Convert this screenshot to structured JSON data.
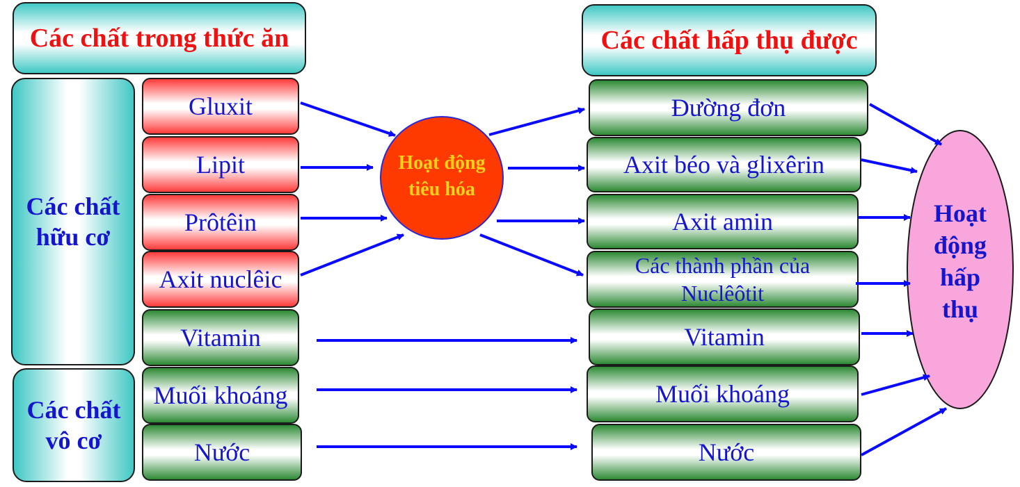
{
  "headers": {
    "left": "Các chất trong thức ăn",
    "right": "Các chất hấp thụ được"
  },
  "groups": {
    "organic": "Các chất hữu cơ",
    "inorganic": "Các chất vô cơ"
  },
  "food_items": [
    "Gluxit",
    "Lipit",
    "Prôtêin",
    "Axit nuclêic",
    "Vitamin",
    "Muối khoáng",
    "Nước"
  ],
  "absorbed_items": [
    "Đường đơn",
    "Axit béo và  glixêrin",
    "Axit amin",
    "Các thành phần của Nuclêôtit",
    "Vitamin",
    "Muối khoáng",
    "Nước"
  ],
  "digestion": "Hoạt động tiêu hóa",
  "absorption": "Hoạt động hấp thụ",
  "colors": {
    "header_text": "#ee1111",
    "item_text": "#1515cc",
    "arrow": "#0a0aff",
    "digestion_fill": "#ff3a00",
    "digestion_text": "#ffd11a",
    "absorption_fill": "#f9a6dc",
    "organic_box": "#ff3b3b",
    "absorbed_box": "#2e8a35",
    "teal": "#40c8c4"
  }
}
